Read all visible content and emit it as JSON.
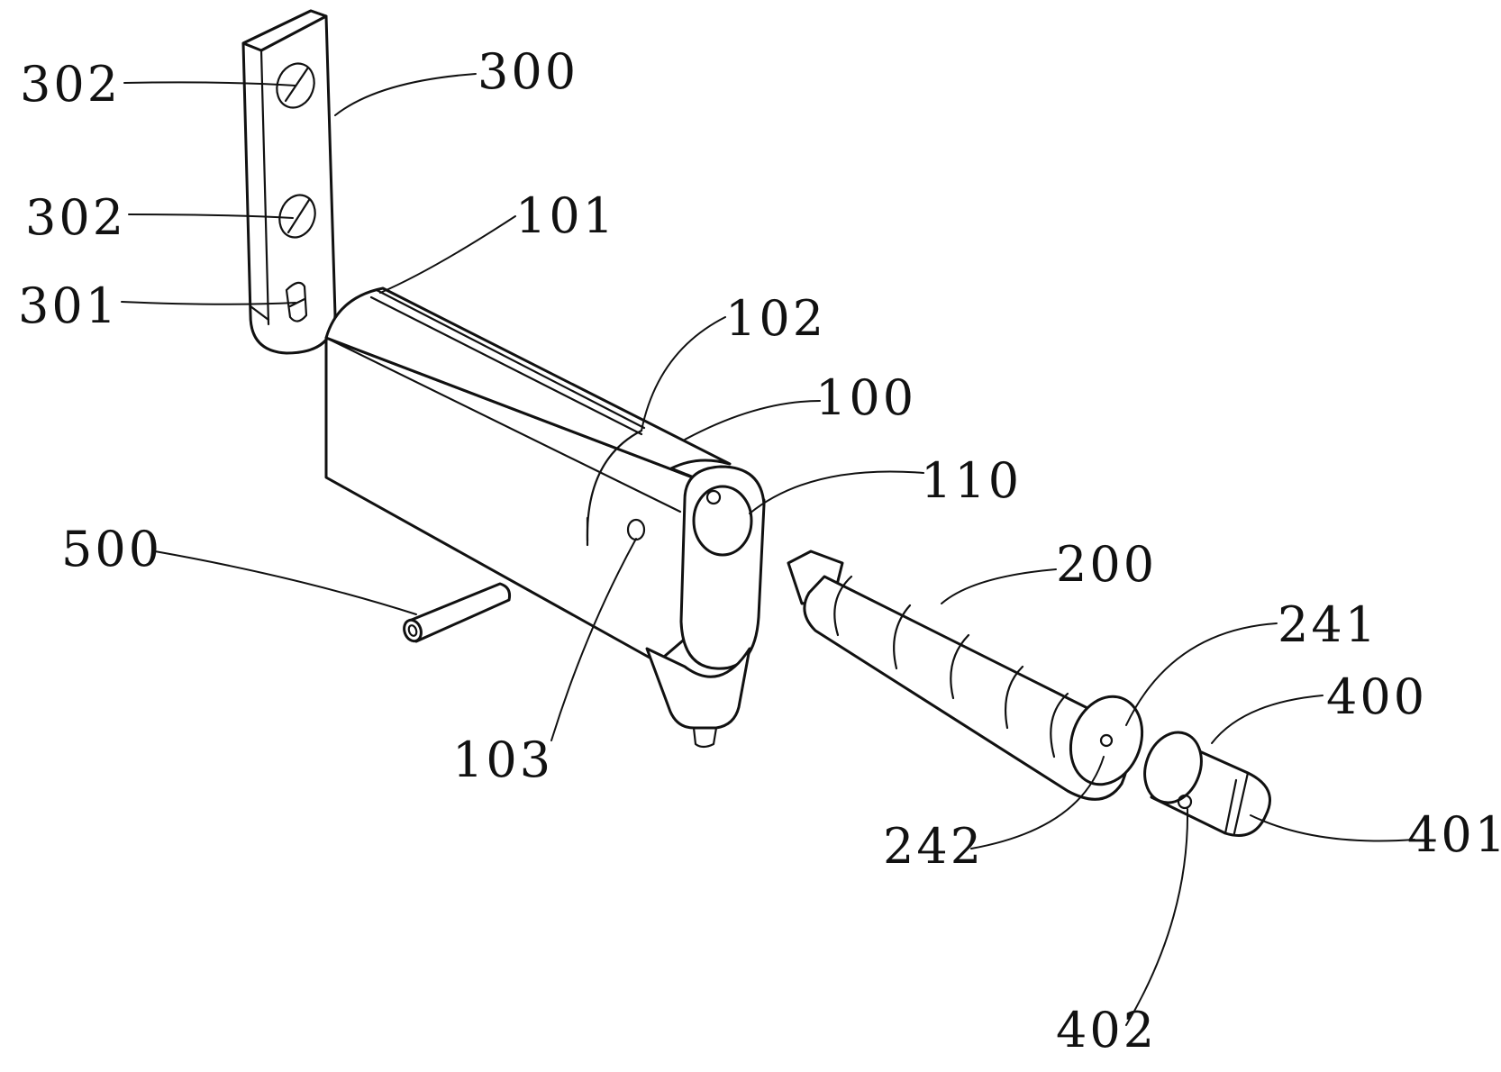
{
  "labels": {
    "l302a": "302",
    "l302b": "302",
    "l301": "301",
    "l300": "300",
    "l101": "101",
    "l102": "102",
    "l100": "100",
    "l110": "110",
    "l500": "500",
    "l103": "103",
    "l200": "200",
    "l241": "241",
    "l400": "400",
    "l401": "401",
    "l242": "242",
    "l402": "402"
  }
}
